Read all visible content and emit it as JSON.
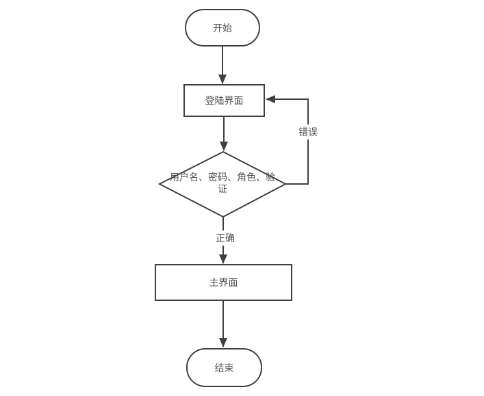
{
  "colors": {
    "background": "#ffffff",
    "line": "#404040",
    "text": "#515151",
    "node_fill": "#ffffff"
  },
  "nodes": {
    "start": {
      "label": "开始",
      "type": "terminator"
    },
    "login": {
      "label": "登陆界面",
      "type": "process"
    },
    "decision": {
      "label": "用户名、密码、角色、验证",
      "type": "decision"
    },
    "main": {
      "label": "主界面",
      "type": "process"
    },
    "end": {
      "label": "结束",
      "type": "terminator"
    }
  },
  "edge_labels": {
    "error": "错误",
    "correct": "正确"
  },
  "edges": [
    {
      "from": "开始",
      "to": "登陆界面",
      "label": ""
    },
    {
      "from": "登陆界面",
      "to": "用户名、密码、角色、验证",
      "label": ""
    },
    {
      "from": "用户名、密码、角色、验证",
      "to": "登陆界面",
      "label": "错误"
    },
    {
      "from": "用户名、密码、角色、验证",
      "to": "主界面",
      "label": "正确"
    },
    {
      "from": "主界面",
      "to": "结束",
      "label": ""
    }
  ]
}
